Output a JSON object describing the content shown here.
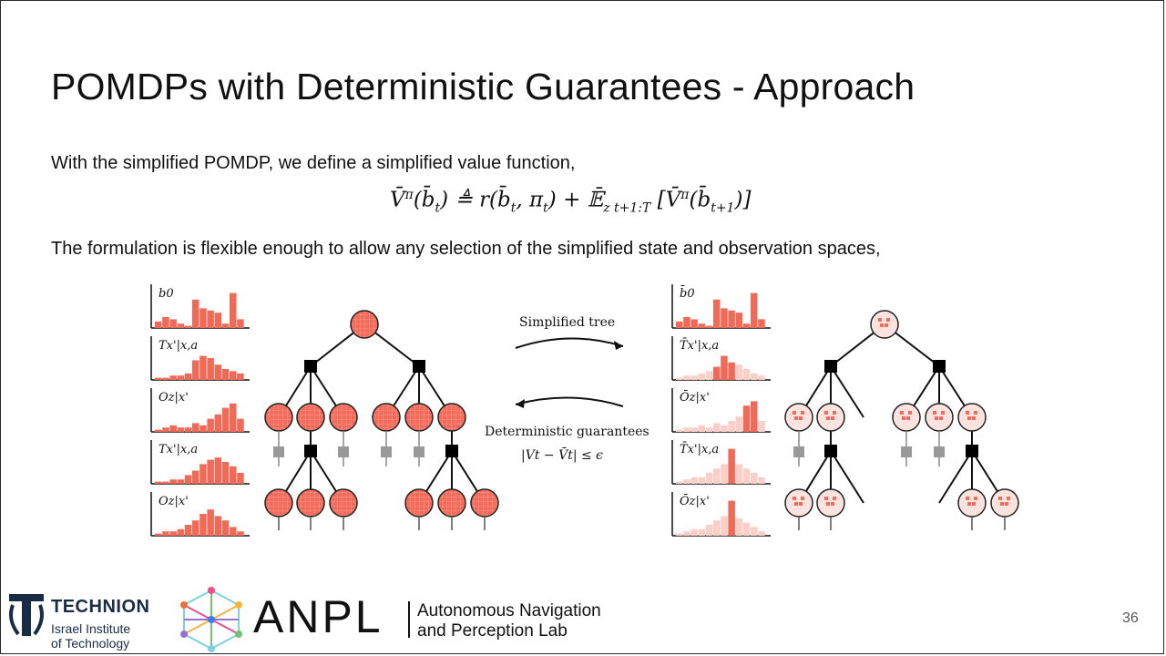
{
  "slide": {
    "title": "POMDPs with Deterministic Guarantees - Approach",
    "line1": "With the simplified POMDP, we define a simplified value function,",
    "line2": "The formulation is flexible enough to allow any selection of the simplified state and observation spaces,",
    "page_number": "36"
  },
  "formula": {
    "lhs": "V̄",
    "lhs_sup": "π",
    "lhs_arg": "(b̄",
    "lhs_arg_sub": "t",
    "lhs_close": ")",
    "defeq": " ≜ ",
    "reward": "r(b̄",
    "reward_sub": "t",
    "reward_mid": ", π",
    "reward_sub2": "t",
    "reward_close": ")",
    "plus": " + ",
    "expect": "𝔼̄",
    "expect_sub": "z t+1:T",
    "bracket_open": " [",
    "inner": "V̄",
    "inner_sup": "π",
    "inner_arg": "(b̄",
    "inner_sub": "t+1",
    "inner_close": ")]"
  },
  "figure": {
    "left_hist_labels": [
      "b0",
      "Tx'|x,a",
      "Oz|x'",
      "Tx'|x,a",
      "Oz|x'"
    ],
    "right_hist_labels": [
      "b̄0",
      "T̄x'|x,a",
      "Ōz|x'",
      "T̄x'|x,a",
      "Ōz|x'"
    ],
    "simplified_tree_label": "Simplified tree",
    "guarantee_label": "Deterministic guarantees",
    "guarantee_formula": "|Vt − V̄t| ≤ ϵ"
  },
  "footer": {
    "technion_name": "TECHNION",
    "technion_sub1": "Israel Institute",
    "technion_sub2": "of Technology",
    "anpl": "ANPL",
    "anpl_sub1": "Autonomous Navigation",
    "anpl_sub2": "and Perception Lab"
  },
  "colors": {
    "node_full": "#f26b5b",
    "node_light": "#fde3df",
    "bar": "#f06a58",
    "bar_light": "#f9cfc8",
    "tech_blue": "#1a2b45"
  }
}
